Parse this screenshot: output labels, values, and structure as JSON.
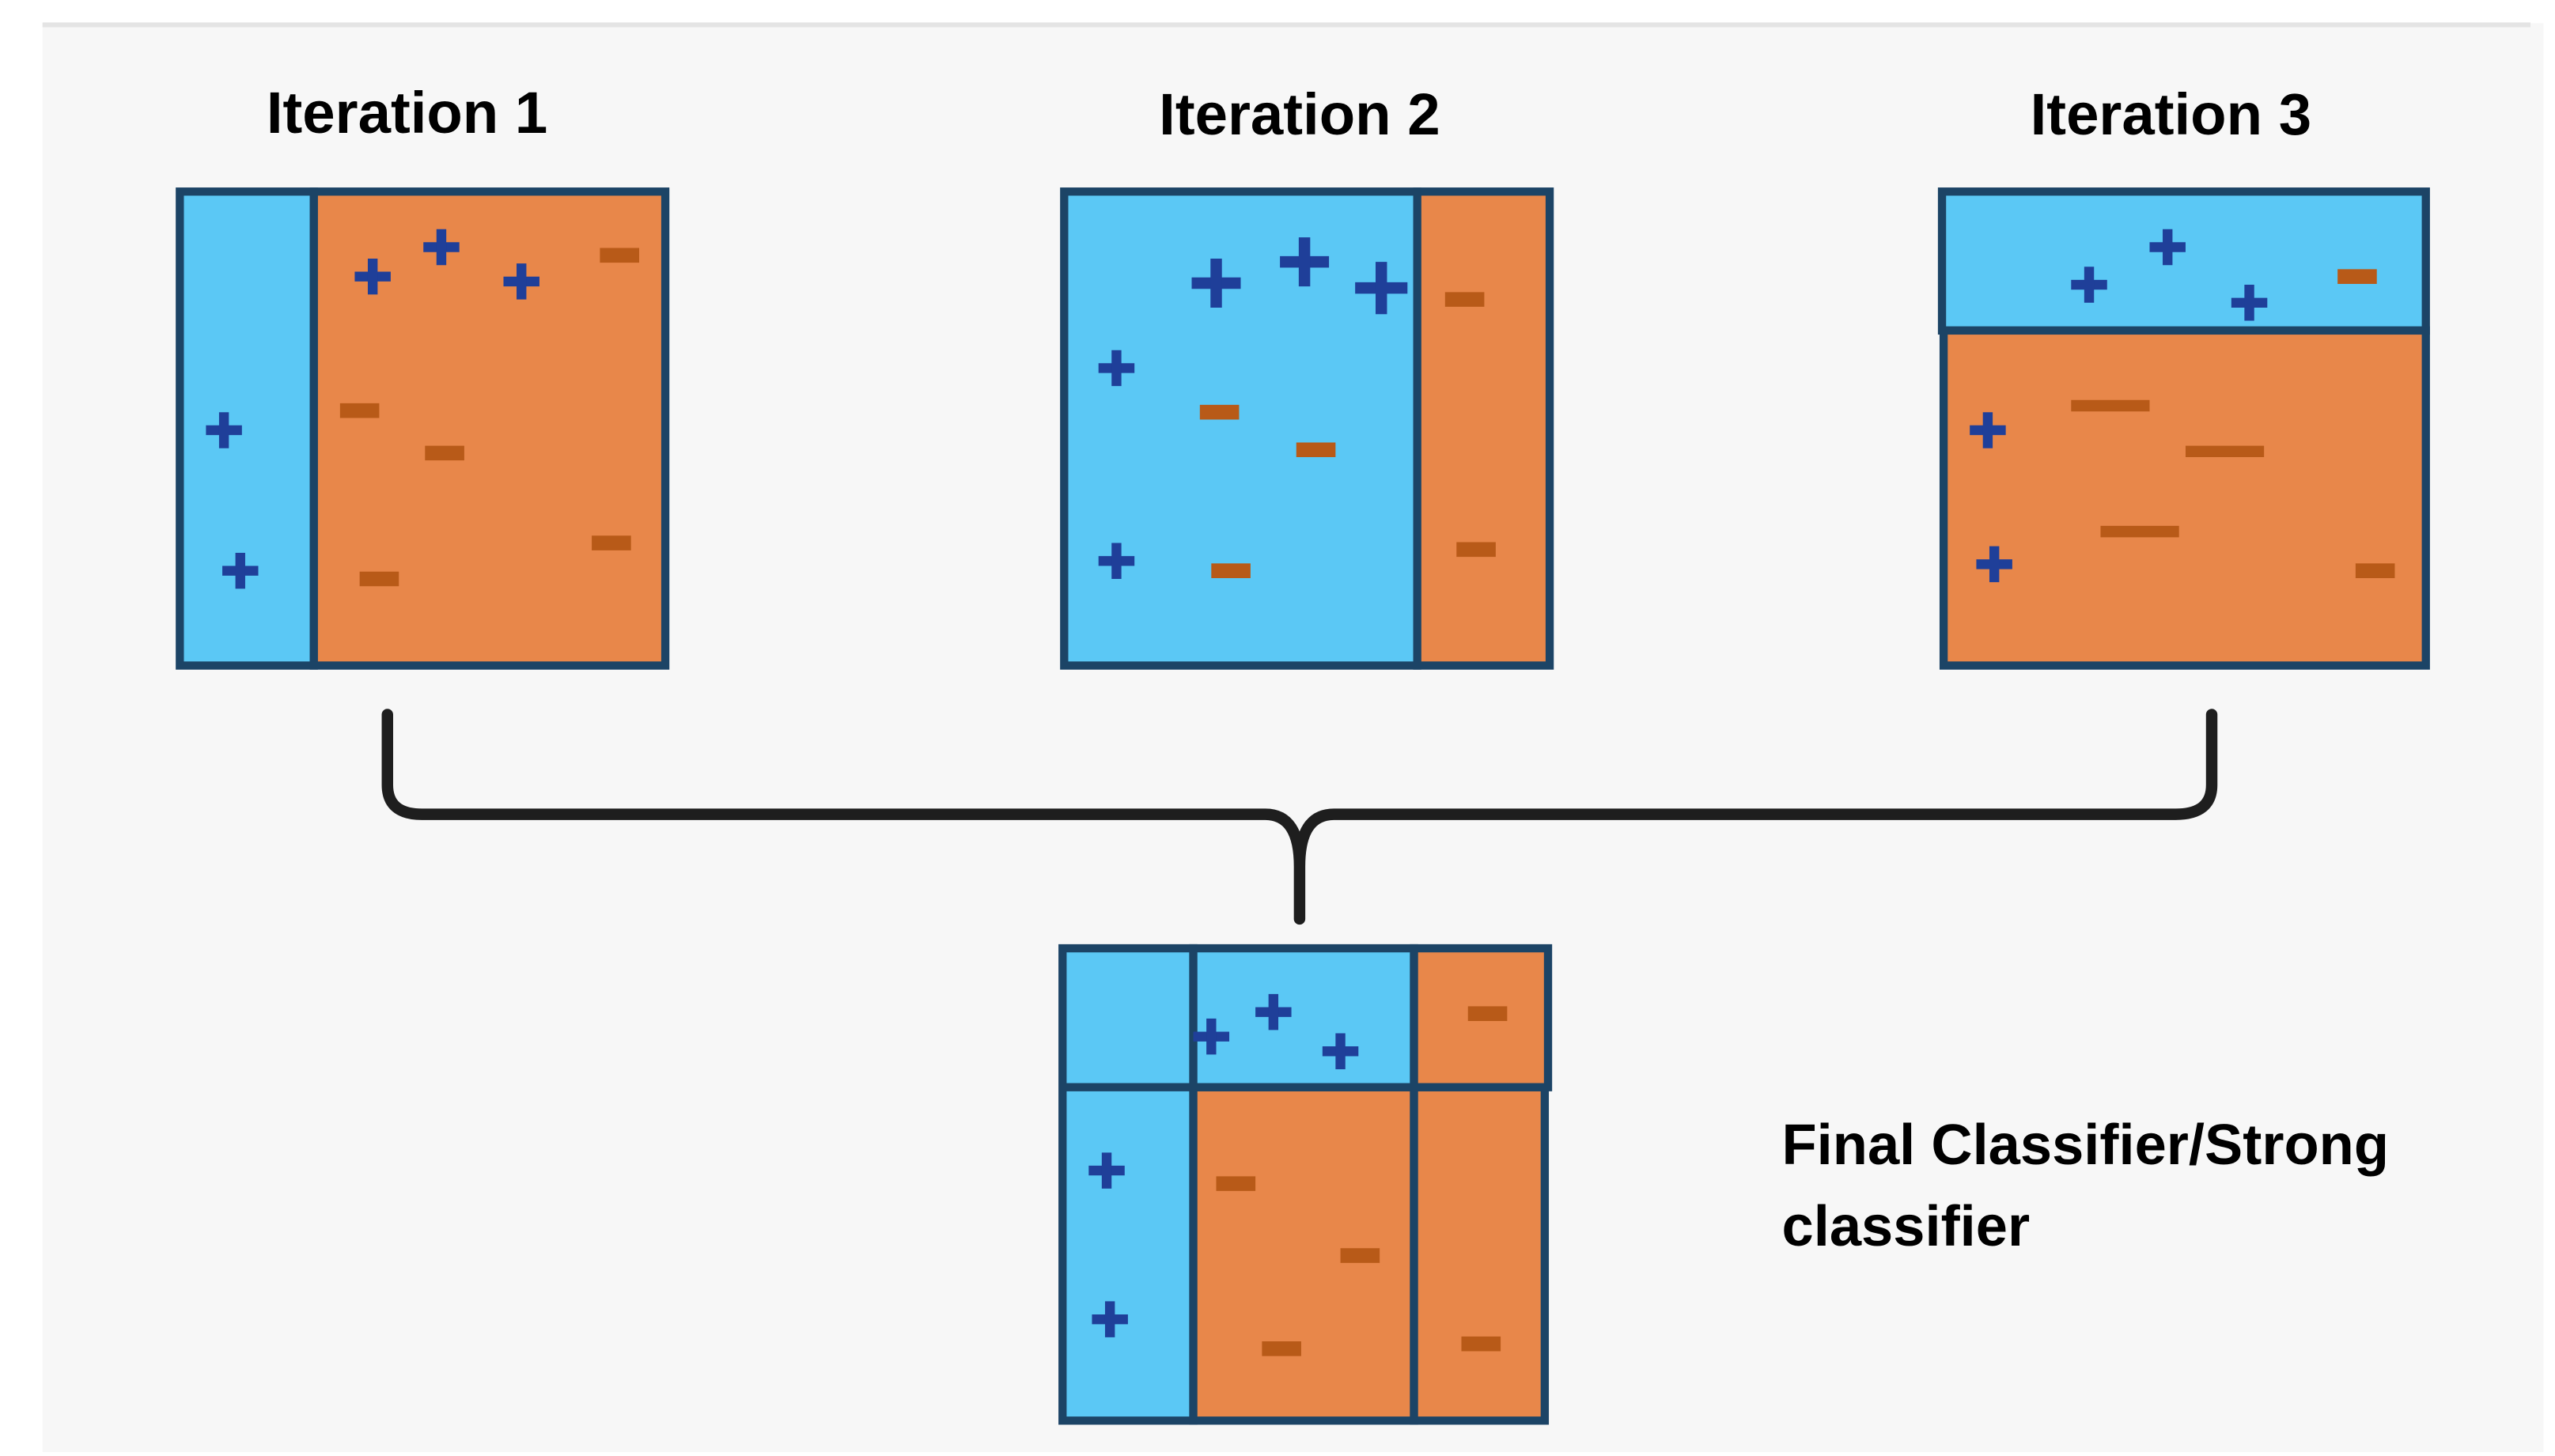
{
  "titles": {
    "iteration_1": "Iteration 1",
    "iteration_2": "Iteration 2",
    "iteration_3": "Iteration 3",
    "final_line_1": "Final Classifier/Strong",
    "final_line_2": "classifier"
  },
  "colors": {
    "positive_region": "#5bc8f5",
    "negative_region": "#e8874a",
    "positive_marker": "#1f3f99",
    "negative_marker": "#b85a18",
    "background": "#f7f7f7"
  },
  "legend_symbols": {
    "positive": "+",
    "negative": "−"
  }
}
